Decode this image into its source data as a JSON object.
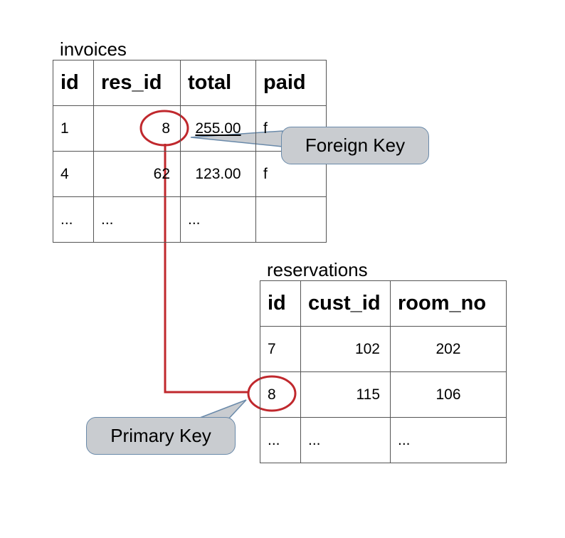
{
  "invoices": {
    "caption": "invoices",
    "headers": [
      "id",
      "res_id",
      "total",
      "paid"
    ],
    "rows": [
      [
        "1",
        "8",
        "255.00",
        "f"
      ],
      [
        "4",
        "62",
        "123.00",
        "f"
      ],
      [
        "...",
        "...",
        "...",
        ""
      ]
    ]
  },
  "reservations": {
    "caption": "reservations",
    "headers": [
      "id",
      "cust_id",
      "room_no"
    ],
    "rows": [
      [
        "7",
        "102",
        "202"
      ],
      [
        "8",
        "115",
        "106"
      ],
      [
        "...",
        "...",
        "..."
      ]
    ]
  },
  "callouts": {
    "foreign_key": "Foreign Key",
    "primary_key": "Primary Key"
  },
  "colors": {
    "link_line": "#c0282d",
    "bubble_fill": "#c9ccd0",
    "bubble_border": "#6a8aaa"
  }
}
